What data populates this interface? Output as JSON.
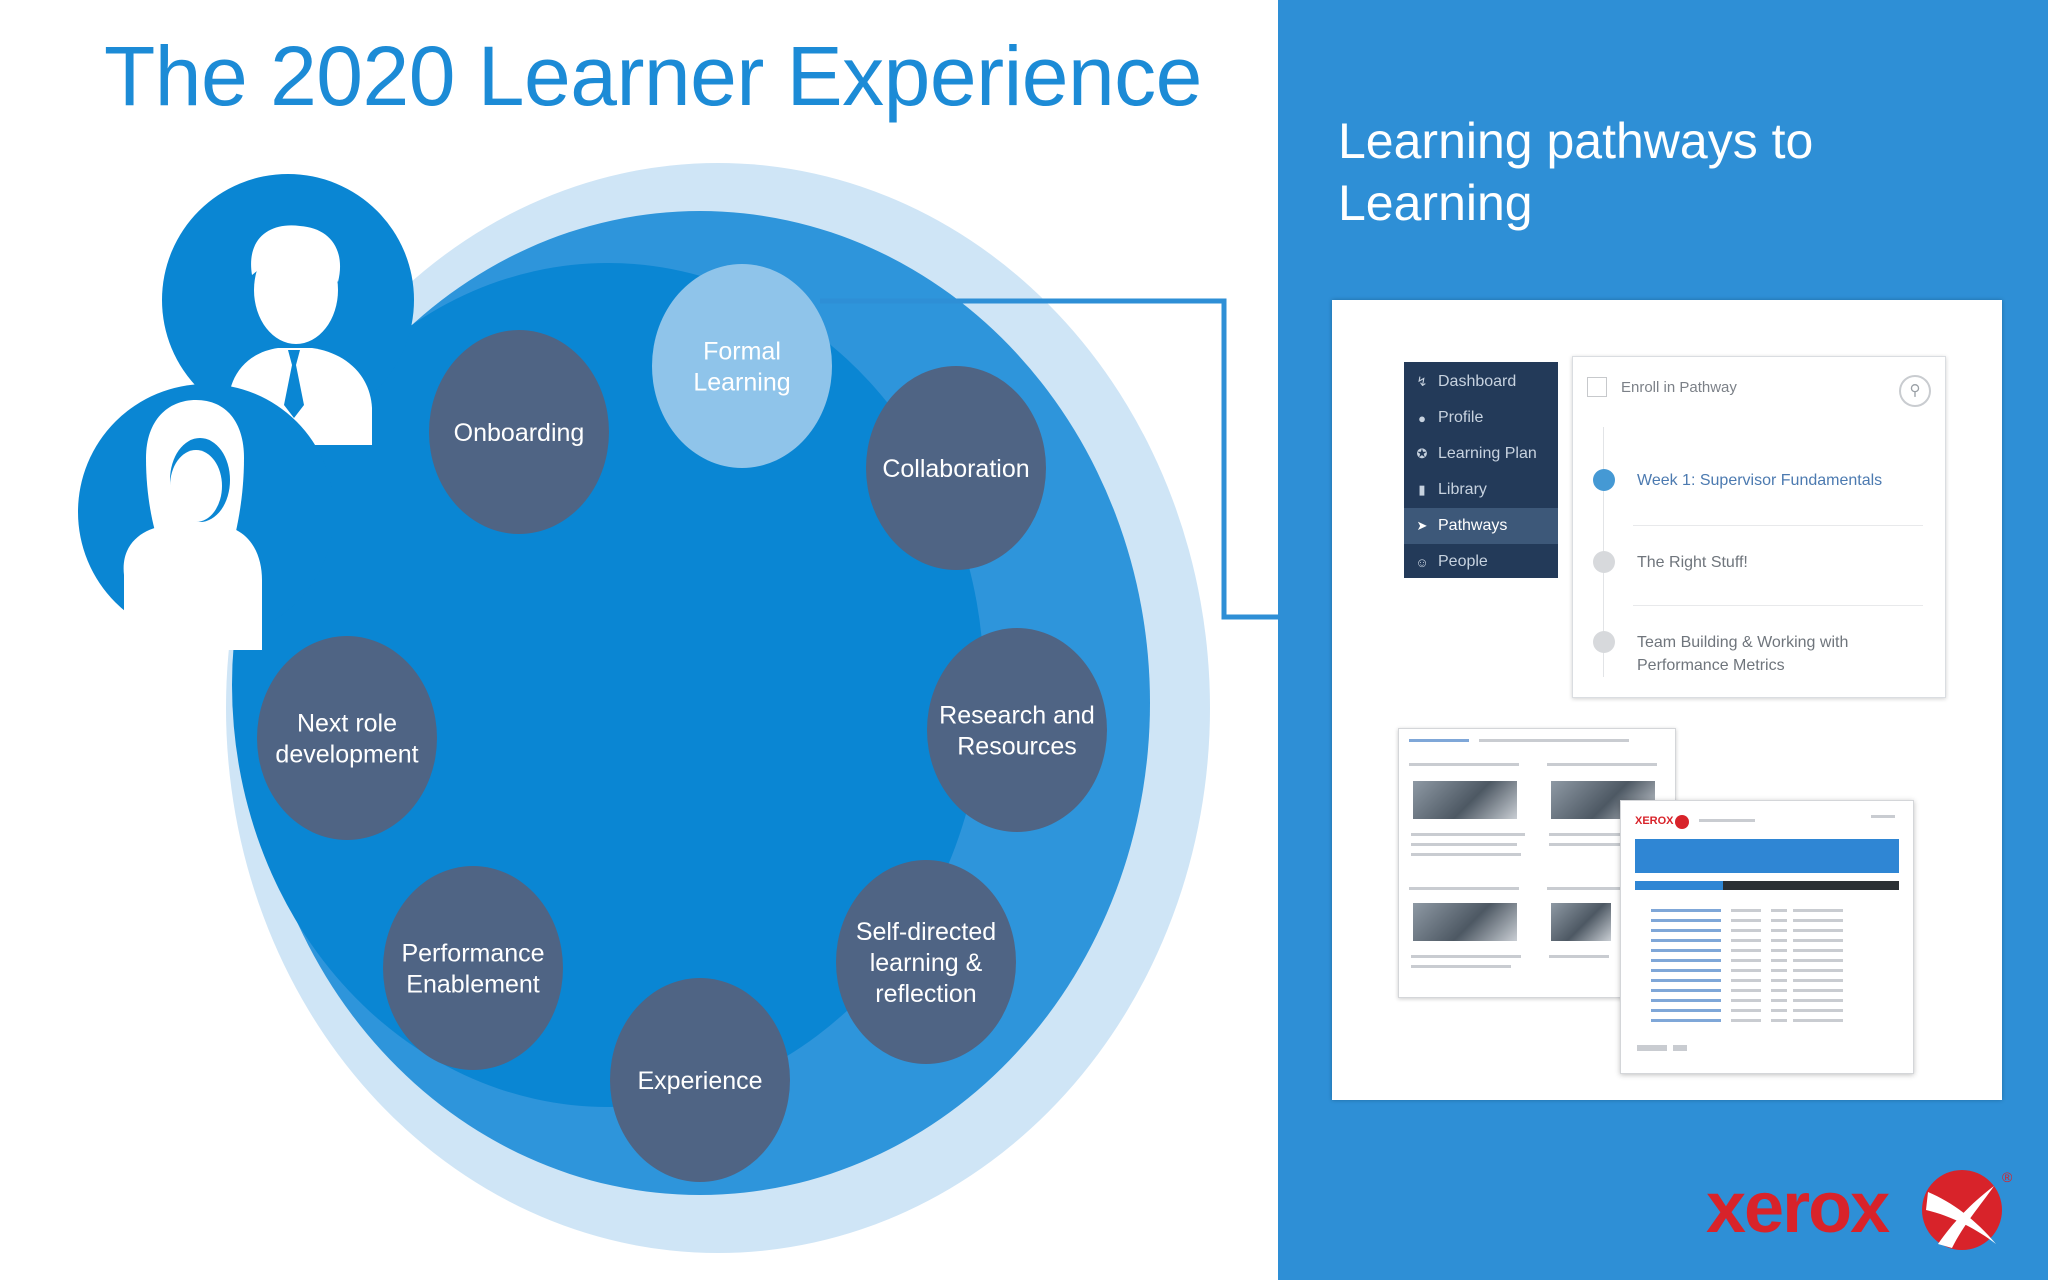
{
  "page": {
    "title": "The 2020 Learner Experience"
  },
  "colors": {
    "title_blue": "#1c8bd6",
    "panel_blue": "#2e8fd6",
    "outer_ring": "#cfe5f6",
    "inner_ring": "#2e95db",
    "core_blue": "#0a86d3",
    "node_gray": "#4f6484",
    "node_highlight": "#8fc4ea",
    "xerox_red": "#d8232a"
  },
  "learner_cycle": {
    "nodes": [
      {
        "label_lines": [
          "Formal",
          "Learning"
        ],
        "highlighted": true
      },
      {
        "label_lines": [
          "Collaboration"
        ],
        "highlighted": false
      },
      {
        "label_lines": [
          "Research and",
          "Resources"
        ],
        "highlighted": false
      },
      {
        "label_lines": [
          "Self-directed",
          "learning &",
          "reflection"
        ],
        "highlighted": false
      },
      {
        "label_lines": [
          "Experience"
        ],
        "highlighted": false
      },
      {
        "label_lines": [
          "Performance",
          "Enablement"
        ],
        "highlighted": false
      },
      {
        "label_lines": [
          "Next role",
          "development"
        ],
        "highlighted": false
      },
      {
        "label_lines": [
          "Onboarding"
        ],
        "highlighted": false
      }
    ],
    "learner_icons": [
      "male-learner-icon",
      "female-learner-icon"
    ]
  },
  "right_panel": {
    "heading_line1": "Learning pathways to",
    "heading_line2": "Learning",
    "app_menu": [
      {
        "icon": "dashboard-icon",
        "glyph": "↯",
        "label": "Dashboard",
        "active": false
      },
      {
        "icon": "profile-icon",
        "glyph": "●",
        "label": "Profile",
        "active": false
      },
      {
        "icon": "learning-plan-icon",
        "glyph": "✪",
        "label": "Learning Plan",
        "active": false
      },
      {
        "icon": "library-icon",
        "glyph": "▮",
        "label": "Library",
        "active": false
      },
      {
        "icon": "pathways-icon",
        "glyph": "➤",
        "label": "Pathways",
        "active": true
      },
      {
        "icon": "people-icon",
        "glyph": "☺",
        "label": "People",
        "active": false
      }
    ],
    "pathway": {
      "enroll_label": "Enroll in Pathway",
      "action_icon": "share-icon",
      "steps": [
        {
          "label": "Week 1: Supervisor Fundamentals",
          "current": true
        },
        {
          "label": "The Right Stuff!",
          "current": false
        },
        {
          "label": "Team Building & Working with Performance Metrics",
          "current": false
        }
      ]
    },
    "mini_logo_text": "XEROX"
  },
  "brand": {
    "logo_text": "xerox",
    "registered_mark": "®"
  }
}
